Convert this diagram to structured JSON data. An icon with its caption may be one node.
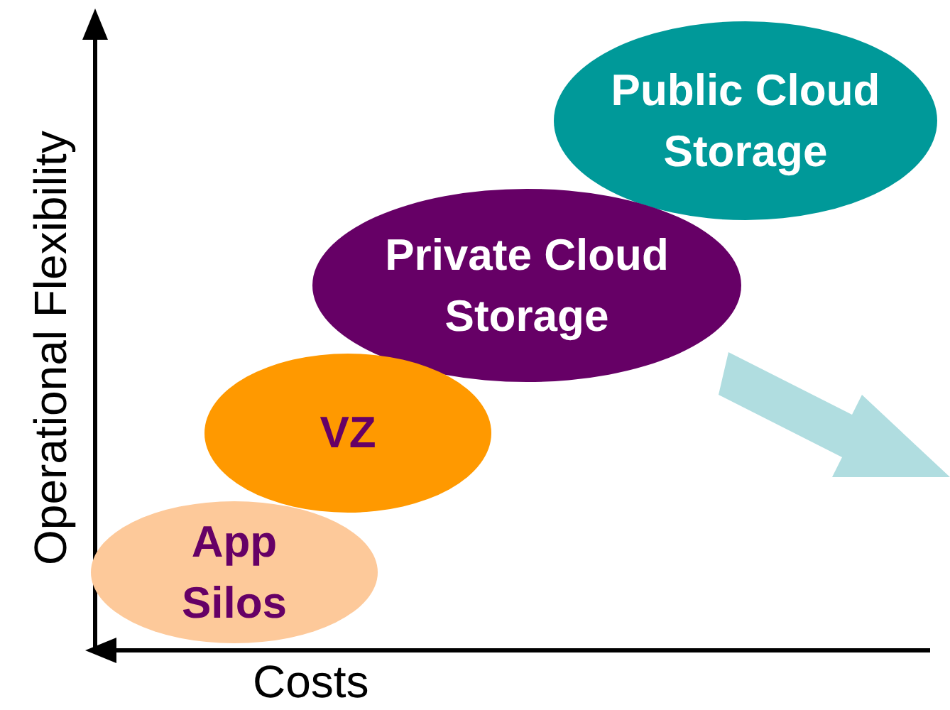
{
  "diagram": {
    "nodes": [
      {
        "text": [
          "App Silos"
        ]
      },
      {
        "text": [
          "VZ"
        ]
      },
      {
        "text": [
          "Private Cloud Storage"
        ]
      },
      {
        "text": [
          "Public Cloud Storage"
        ]
      }
    ],
    "labels": [
      "Operational Flexibility",
      "Costs"
    ]
  }
}
